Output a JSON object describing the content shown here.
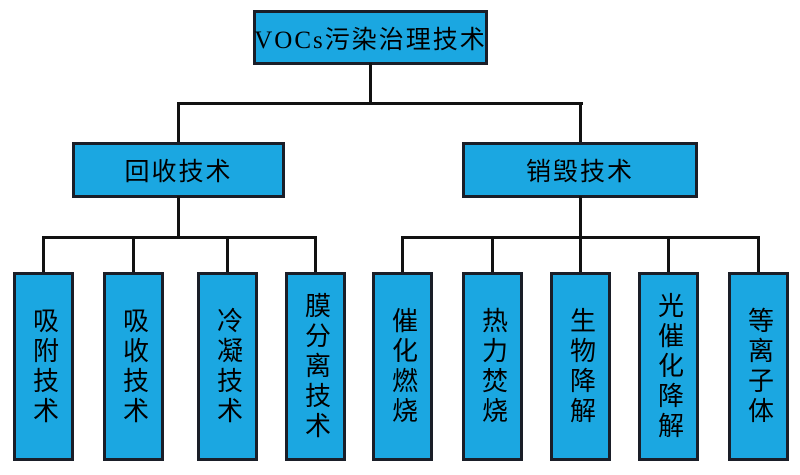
{
  "diagram": {
    "title": "VOCs污染治理技术",
    "branches": [
      {
        "label": "回收技术",
        "children": [
          "吸附技术",
          "吸收技术",
          "冷凝技术",
          "膜分离技术"
        ]
      },
      {
        "label": "销毁技术",
        "children": [
          "催化燃烧",
          "热力焚烧",
          "生物降解",
          "光催化降解",
          "等离子体"
        ]
      }
    ],
    "colors": {
      "box_fill": "#1BA7E1",
      "box_border": "#1A1E28",
      "connector": "#111111",
      "background": "#FFFFFF",
      "text": "#000000"
    }
  }
}
